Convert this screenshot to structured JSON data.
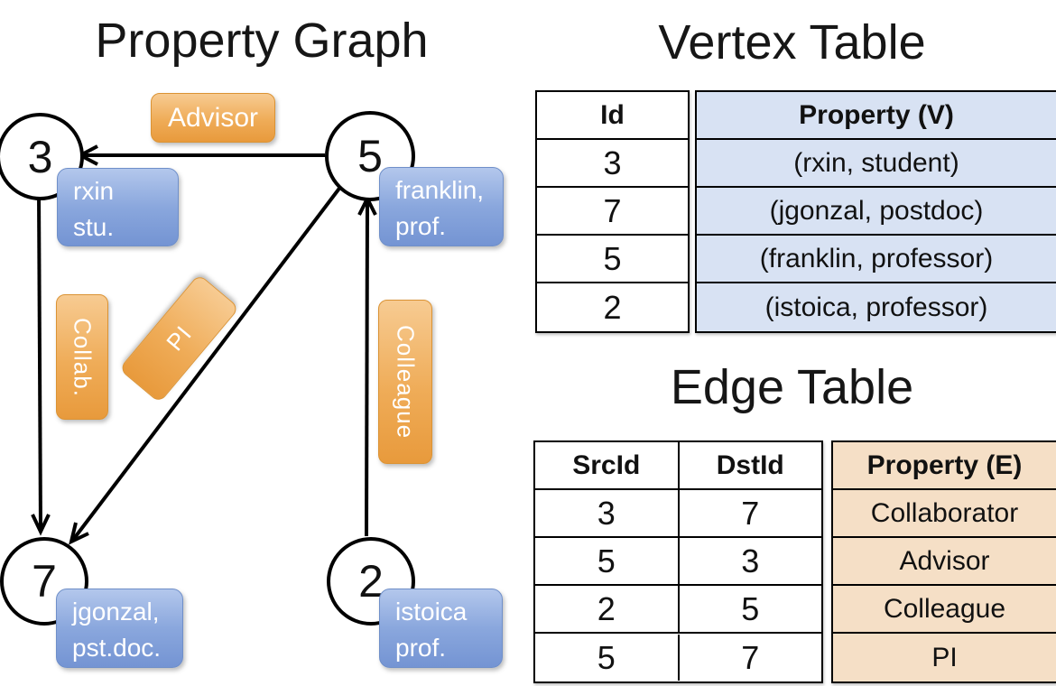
{
  "titles": {
    "property_graph": "Property Graph",
    "vertex_table": "Vertex Table",
    "edge_table": "Edge Table"
  },
  "graph": {
    "nodes": [
      {
        "id": "3",
        "label_line1": "rxin",
        "label_line2": "stu."
      },
      {
        "id": "5",
        "label_line1": "franklin,",
        "label_line2": "prof."
      },
      {
        "id": "7",
        "label_line1": "jgonzal,",
        "label_line2": "pst.doc."
      },
      {
        "id": "2",
        "label_line1": "istoica",
        "label_line2": "prof."
      }
    ],
    "edge_labels": [
      {
        "text": "Advisor"
      },
      {
        "text": "Collab."
      },
      {
        "text": "PI"
      },
      {
        "text": "Colleague"
      }
    ]
  },
  "vertex_table": {
    "headers": {
      "id": "Id",
      "property": "Property (V)"
    },
    "rows": [
      {
        "id": "3",
        "property": "(rxin, student)"
      },
      {
        "id": "7",
        "property": "(jgonzal, postdoc)"
      },
      {
        "id": "5",
        "property": "(franklin, professor)"
      },
      {
        "id": "2",
        "property": "(istoica, professor)"
      }
    ]
  },
  "edge_table": {
    "headers": {
      "src": "SrcId",
      "dst": "DstId",
      "property": "Property (E)"
    },
    "rows": [
      {
        "src": "3",
        "dst": "7",
        "property": "Collaborator"
      },
      {
        "src": "5",
        "dst": "3",
        "property": "Advisor"
      },
      {
        "src": "2",
        "dst": "5",
        "property": "Colleague"
      },
      {
        "src": "5",
        "dst": "7",
        "property": "PI"
      }
    ]
  },
  "colors": {
    "edge_label_fill_top": "#F7CB92",
    "edge_label_fill_bottom": "#E89A3C",
    "vertex_label_fill_top": "#B3C7EC",
    "vertex_label_fill_bottom": "#7494D3",
    "vertex_property_fill": "#D8E2F3",
    "edge_property_fill": "#F5DFC6",
    "line_color": "#000000",
    "background": "#FFFFFF"
  }
}
